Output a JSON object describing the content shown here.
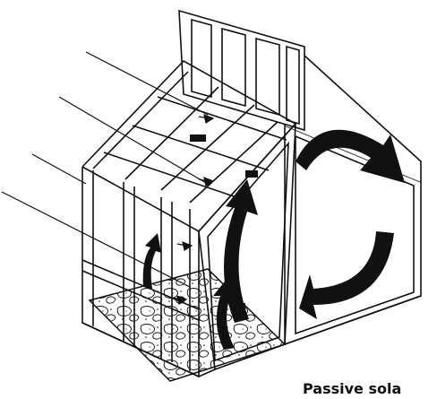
{
  "caption": "Passive sola",
  "colors": {
    "line": "#111111",
    "paper": "#ffffff",
    "fill_arrow": "#111111"
  },
  "icons": [
    "sun-ray-lines",
    "airflow-arrows",
    "stone-floor"
  ]
}
